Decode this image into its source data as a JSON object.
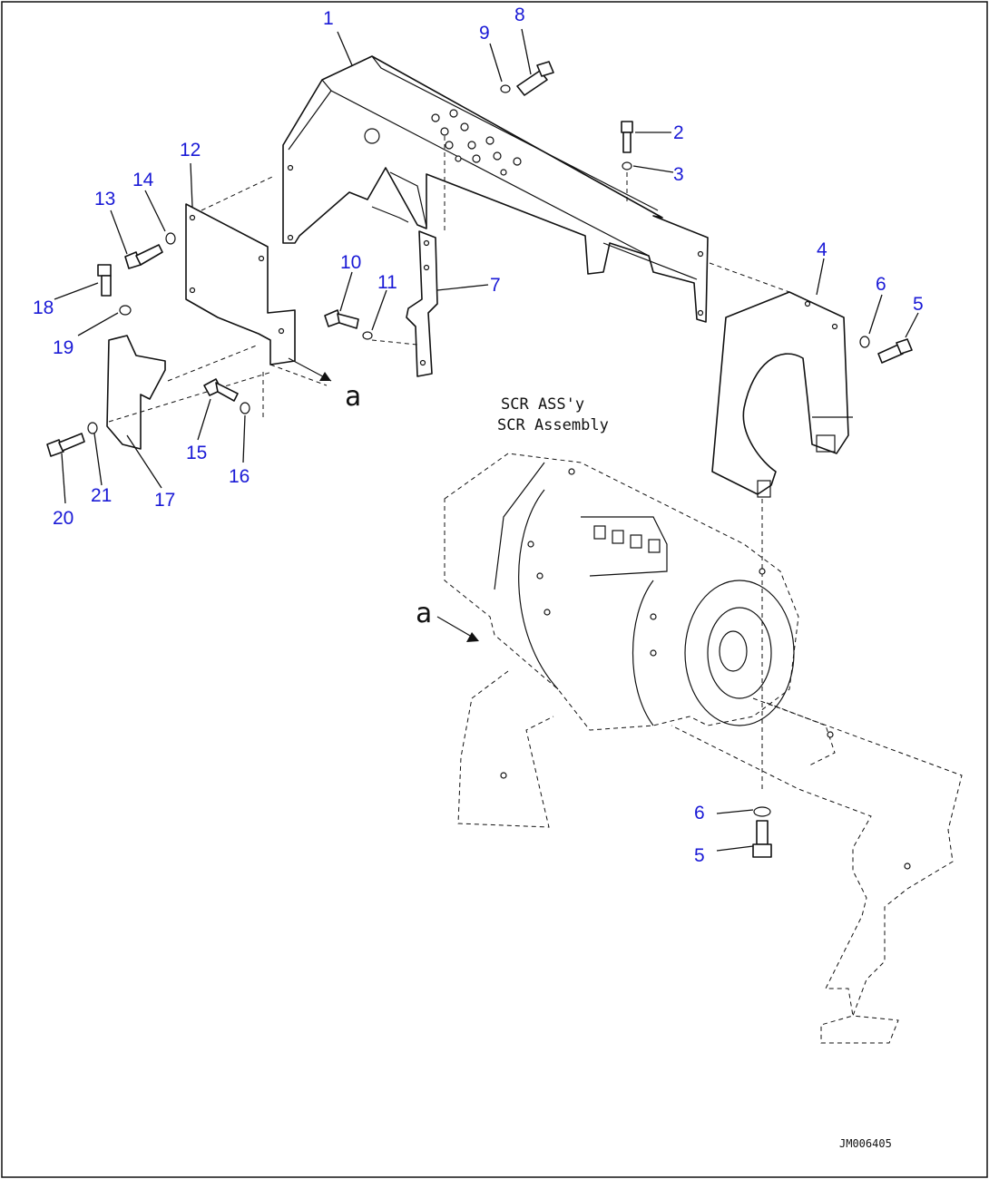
{
  "colors": {
    "callout": "#1a1ad6",
    "line": "#111111",
    "background": "#ffffff"
  },
  "callouts": {
    "c1": "1",
    "c2": "2",
    "c3": "3",
    "c4": "4",
    "c5a": "5",
    "c5b": "5",
    "c6a": "6",
    "c6b": "6",
    "c7": "7",
    "c8": "8",
    "c9": "9",
    "c10": "10",
    "c11": "11",
    "c12": "12",
    "c13": "13",
    "c14": "14",
    "c15": "15",
    "c16": "16",
    "c17": "17",
    "c18": "18",
    "c19": "19",
    "c20": "20",
    "c21": "21"
  },
  "view_label": "a",
  "view_label_2": "a",
  "assembly_label_line1": "SCR ASS'y",
  "assembly_label_line2": "SCR Assembly",
  "drawing_number": "JM006405"
}
